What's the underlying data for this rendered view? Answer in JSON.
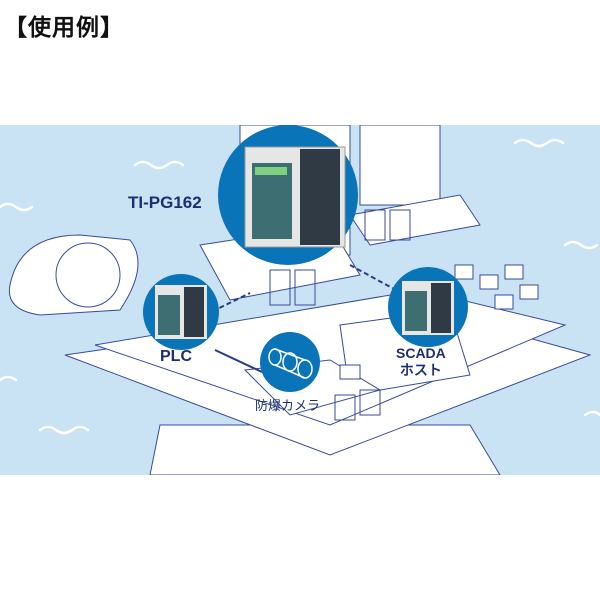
{
  "heading": "【使用例】",
  "labels": {
    "switch": "TI-PG162",
    "plc": "PLC",
    "scada_line1": "SCADA",
    "scada_line2": "ホスト",
    "camera": "防爆カメラ"
  },
  "colors": {
    "sea": "#c9e3f5",
    "circle": "#0a74b9",
    "line": "#2b3a86",
    "label": "#1f2e6e"
  }
}
